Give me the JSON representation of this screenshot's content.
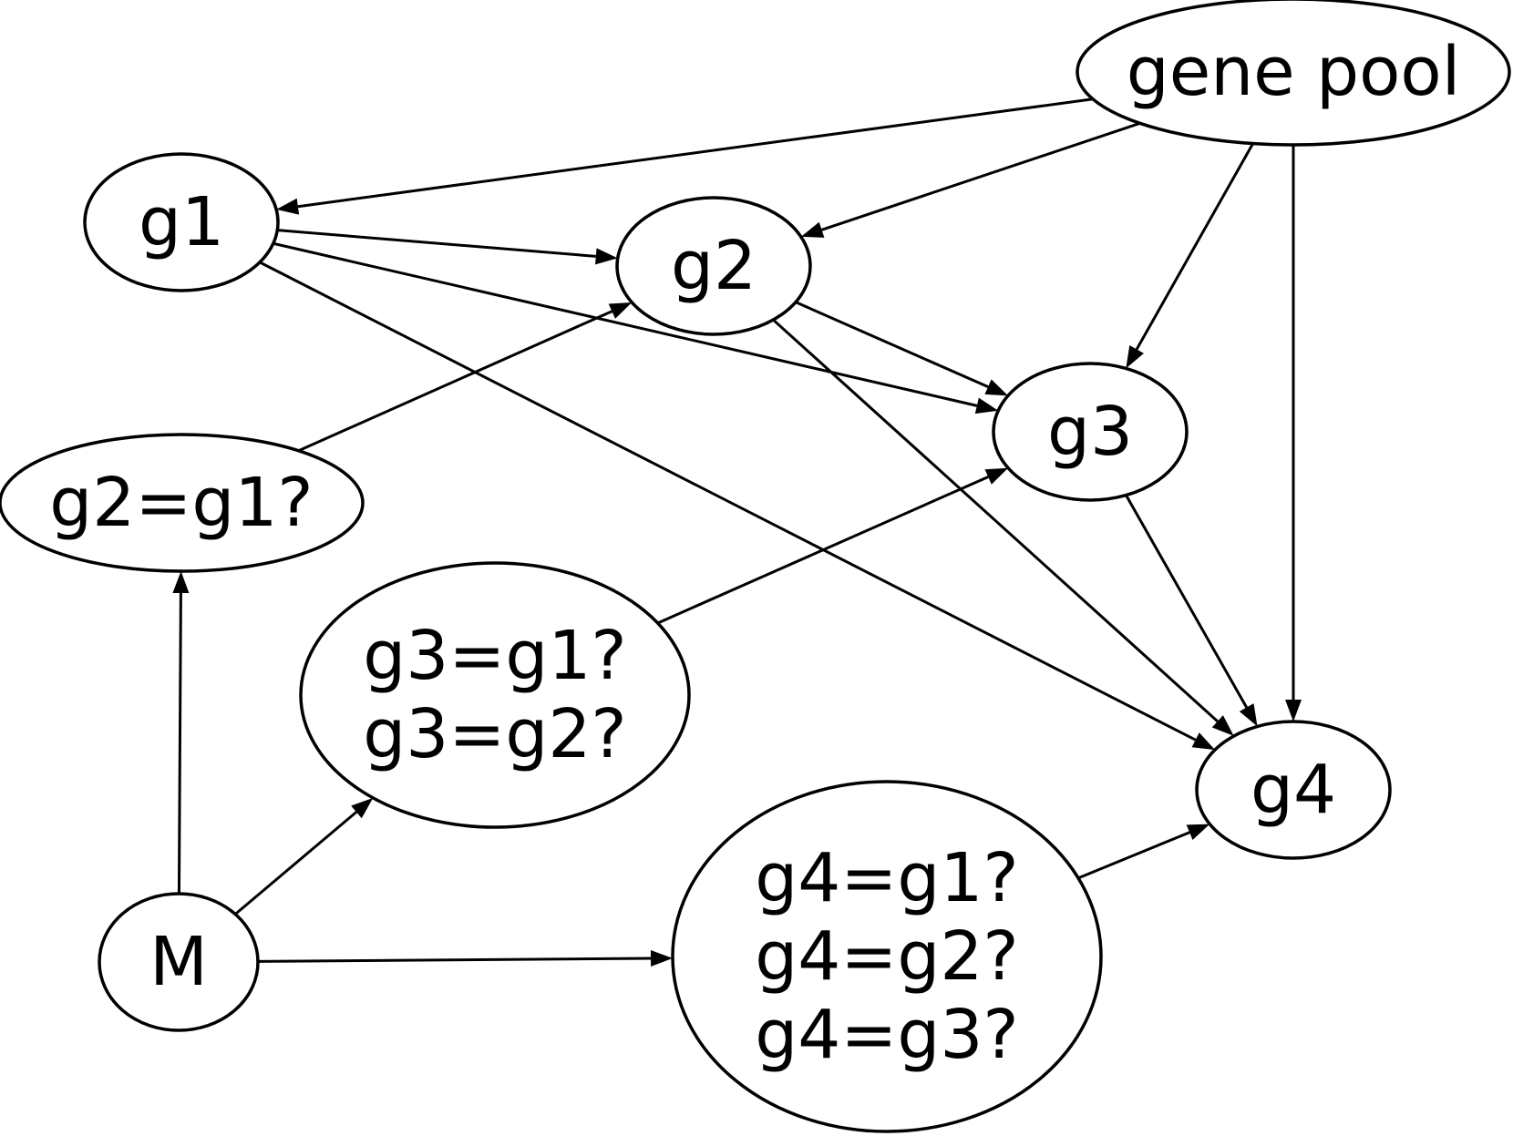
{
  "nodes": [
    {
      "id": "gene_pool",
      "lines": [
        "gene pool"
      ]
    },
    {
      "id": "g1",
      "lines": [
        "g1"
      ]
    },
    {
      "id": "g2",
      "lines": [
        "g2"
      ]
    },
    {
      "id": "g3",
      "lines": [
        "g3"
      ]
    },
    {
      "id": "g4",
      "lines": [
        "g4"
      ]
    },
    {
      "id": "q2",
      "lines": [
        "g2=g1?"
      ]
    },
    {
      "id": "q3",
      "lines": [
        "g3=g1?",
        "g3=g2?"
      ]
    },
    {
      "id": "q4",
      "lines": [
        "g4=g1?",
        "g4=g2?",
        "g4=g3?"
      ]
    },
    {
      "id": "M",
      "lines": [
        "M"
      ]
    }
  ],
  "edges": [
    {
      "from": "gene_pool",
      "to": "g1"
    },
    {
      "from": "gene_pool",
      "to": "g2"
    },
    {
      "from": "gene_pool",
      "to": "g3"
    },
    {
      "from": "gene_pool",
      "to": "g4"
    },
    {
      "from": "g1",
      "to": "g2"
    },
    {
      "from": "g1",
      "to": "g3"
    },
    {
      "from": "g1",
      "to": "g4"
    },
    {
      "from": "g2",
      "to": "g3"
    },
    {
      "from": "g2",
      "to": "g4"
    },
    {
      "from": "g3",
      "to": "g4"
    },
    {
      "from": "q2",
      "to": "g2"
    },
    {
      "from": "q3",
      "to": "g3"
    },
    {
      "from": "q4",
      "to": "g4"
    },
    {
      "from": "M",
      "to": "q2"
    },
    {
      "from": "M",
      "to": "q3"
    },
    {
      "from": "M",
      "to": "q4"
    }
  ]
}
